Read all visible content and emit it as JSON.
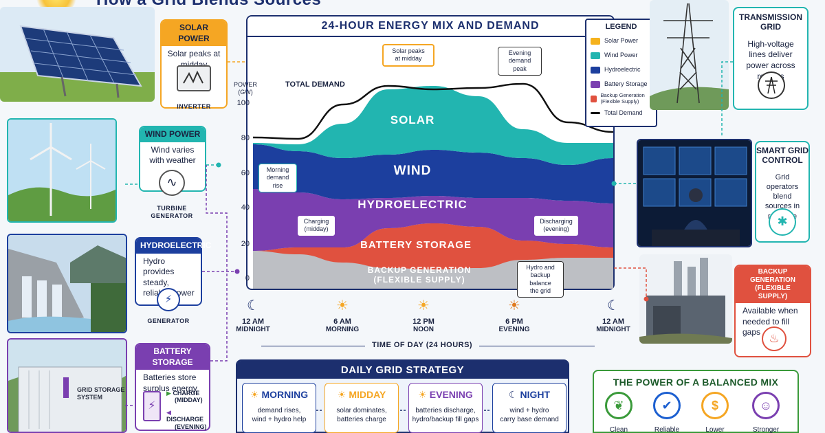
{
  "page_title": "How a Grid Blends Sources",
  "chart": {
    "title": "24-HOUR ENERGY MIX AND DEMAND",
    "y_axis_label_line1": "POWER",
    "y_axis_label_line2": "(GW)",
    "y_ticks": [
      "100",
      "80",
      "60",
      "40",
      "20",
      "0"
    ],
    "x_axis_title": "TIME OF DAY (24 HOURS)",
    "x_ticks": [
      {
        "line1": "12 AM",
        "line2": "MIDNIGHT",
        "icon": "moon-icon"
      },
      {
        "line1": "6 AM",
        "line2": "MORNING",
        "icon": "sunrise-icon"
      },
      {
        "line1": "12 PM",
        "line2": "NOON",
        "icon": "sun-icon"
      },
      {
        "line1": "6 PM",
        "line2": "EVENING",
        "icon": "sunset-icon"
      },
      {
        "line1": "12 AM",
        "line2": "MIDNIGHT",
        "icon": "moon-icon"
      }
    ],
    "total_demand_label": "TOTAL DEMAND",
    "band_labels": {
      "solar": "SOLAR",
      "wind": "WIND",
      "hydro": "HYDROELECTRIC",
      "battery": "BATTERY STORAGE",
      "backup_line1": "BACKUP GENERATION",
      "backup_line2": "(FLEXIBLE SUPPLY)"
    },
    "notes": {
      "solar_peak_line1": "Solar peaks",
      "solar_peak_line2": "at midday",
      "evening_peak_line1": "Evening",
      "evening_peak_line2": "demand peak",
      "morning_rise_line1": "Morning",
      "morning_rise_line2": "demand rise",
      "charging_line1": "Charging",
      "charging_line2": "(midday)",
      "discharging_line1": "Discharging",
      "discharging_line2": "(evening)",
      "hydro_balance_line1": "Hydro and",
      "hydro_balance_line2": "backup balance",
      "hydro_balance_line3": "the grid"
    }
  },
  "legend": {
    "title": "LEGEND",
    "items": [
      {
        "label": "Solar Power",
        "color": "#f5b21d"
      },
      {
        "label": "Wind Power",
        "color": "#22b5b0"
      },
      {
        "label": "Hydroelectric",
        "color": "#1c3f9e"
      },
      {
        "label": "Battery Storage",
        "color": "#7a3fb0"
      },
      {
        "label": "Backup Generation (Flexible Supply)",
        "color": "#e0513f"
      },
      {
        "label": "Total Demand",
        "color": "#111111"
      }
    ]
  },
  "sources": {
    "solar": {
      "title": "SOLAR POWER",
      "text": "Solar peaks at midday",
      "caption": "INVERTER",
      "color": "#f5a623"
    },
    "wind": {
      "title": "WIND POWER",
      "text": "Wind varies with weather",
      "caption_line1": "TURBINE",
      "caption_line2": "GENERATOR",
      "color": "#22b5b0"
    },
    "hydro": {
      "title": "HYDROELECTRIC",
      "text": "Hydro provides steady, reliable power",
      "caption": "GENERATOR",
      "color": "#1c3f9e"
    },
    "battery": {
      "title": "BATTERY STORAGE",
      "text": "Batteries store surplus energy",
      "charge_label": "CHARGE",
      "charge_sub": "(MIDDAY)",
      "discharge_label": "DISCHARGE",
      "discharge_sub": "(EVENING)",
      "container_label_line1": "GRID STORAGE",
      "container_label_line2": "SYSTEM",
      "color": "#7a3fb0"
    }
  },
  "right_panels": {
    "transmission": {
      "title_line1": "TRANSMISSION",
      "title_line2": "GRID",
      "text": "High-voltage lines deliver power across regions",
      "color": "#22b5b0"
    },
    "smart_grid": {
      "title_line1": "SMART GRID",
      "title_line2": "CONTROL",
      "text": "Grid operators blend sources in real time",
      "color": "#22b5b0"
    },
    "backup": {
      "title_line1": "BACKUP GENERATION",
      "title_line2": "(FLEXIBLE SUPPLY)",
      "text": "Available when needed to fill gaps",
      "color": "#e0513f"
    }
  },
  "strategy": {
    "title": "DAILY GRID STRATEGY",
    "cards": [
      {
        "title": "MORNING",
        "text_line1": "demand rises,",
        "text_line2": "wind + hydro help",
        "color": "#1c3f9e",
        "icon": "sunrise-icon"
      },
      {
        "title": "MIDDAY",
        "text_line1": "solar dominates,",
        "text_line2": "batteries charge",
        "color": "#f5a623",
        "icon": "sun-icon"
      },
      {
        "title": "EVENING",
        "text_line1": "batteries discharge,",
        "text_line2": "hydro/backup fill gaps",
        "color": "#7a3fb0",
        "icon": "sunset-icon"
      },
      {
        "title": "NIGHT",
        "text_line1": "wind + hydro",
        "text_line2": "carry base demand",
        "color": "#1c3f9e",
        "icon": "moon-icon"
      }
    ]
  },
  "balanced_mix": {
    "title": "THE POWER OF A BALANCED MIX",
    "items": [
      {
        "label": "Clean",
        "color": "#3a9a3a",
        "icon": "leaf-icon"
      },
      {
        "label": "Reliable",
        "color": "#1c5fd0",
        "icon": "shield-check-icon"
      },
      {
        "label": "Lower",
        "color": "#f5a623",
        "icon": "dollar-icon"
      },
      {
        "label": "Stronger",
        "color": "#7a3fb0",
        "icon": "people-icon"
      }
    ]
  }
}
